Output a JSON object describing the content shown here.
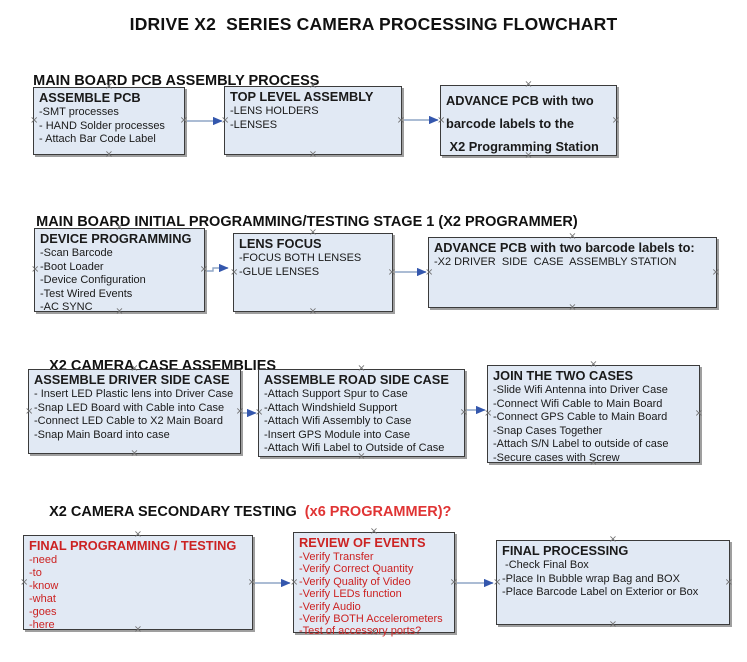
{
  "title": "IDRIVE X2  SERIES CAMERA PROCESSING FLOWCHART",
  "colors": {
    "box_fill": "#e1e9f4",
    "box_border": "#3b3b3b",
    "box_shadow": "#9f9f9f",
    "text": "#1a1a1a",
    "red": "#cc2222",
    "heading_red": "#e03434",
    "arrow_line": "#8fa5c6",
    "arrow_head": "#3457ad",
    "handle": "#6e6e6e"
  },
  "sections": [
    {
      "heading": "MAIN BOARD PCB ASSEMBLY PROCESS",
      "boxes": [
        {
          "title": "ASSEMBLE PCB",
          "lines": [
            "-SMT processes",
            "- HAND Solder processes",
            "- Attach Bar Code Label"
          ]
        },
        {
          "title": "TOP LEVEL ASSEMBLY",
          "lines": [
            "-LENS HOLDERS",
            "-LENSES"
          ]
        },
        {
          "title_lines": [
            "ADVANCE PCB with two",
            "barcode labels to the",
            " X2 Programming Station"
          ]
        }
      ]
    },
    {
      "heading": "MAIN BOARD INITIAL PROGRAMMING/TESTING STAGE 1 (X2 PROGRAMMER)",
      "boxes": [
        {
          "title": "DEVICE PROGRAMMING",
          "lines": [
            "-Scan Barcode",
            "-Boot Loader",
            "-Device Configuration",
            "-Test Wired Events",
            "-AC SYNC"
          ]
        },
        {
          "title": "LENS FOCUS",
          "lines": [
            "-FOCUS BOTH LENSES",
            "-GLUE LENSES"
          ]
        },
        {
          "title": "ADVANCE PCB with two barcode labels to:",
          "lines": [
            "-X2 DRIVER  SIDE  CASE  ASSEMBLY STATION"
          ]
        }
      ]
    },
    {
      "heading": "X2 CAMERA CASE ASSEMBLIES",
      "boxes": [
        {
          "title": "ASSEMBLE DRIVER SIDE CASE",
          "lines": [
            "- Insert LED Plastic lens into Driver Case",
            "-Snap LED Board with Cable into Case",
            "-Connect LED Cable to X2 Main Board",
            "-Snap Main Board into case"
          ]
        },
        {
          "title": "ASSEMBLE ROAD SIDE CASE",
          "lines": [
            "-Attach Support Spur to Case",
            "-Attach Windshield Support",
            "-Attach Wifi Assembly to Case",
            "-Insert GPS Module into Case",
            "-Attach Wifi Label to Outside of Case"
          ]
        },
        {
          "title": "JOIN THE TWO CASES",
          "lines": [
            "-Slide Wifi Antenna into Driver Case",
            "-Connect Wifi Cable to Main Board",
            "-Connect GPS Cable to Main Board",
            "-Snap Cases Together",
            "-Attach S/N Label to outside of case",
            "-Secure cases with Screw"
          ]
        }
      ]
    },
    {
      "heading": "X2 CAMERA SECONDARY TESTING  ",
      "heading_red": "(x6 PROGRAMMER)?",
      "boxes": [
        {
          "title": "FINAL PROGRAMMING / TESTING",
          "lines": [
            "-need",
            "-to",
            "-know",
            "-what",
            "-goes",
            "-here"
          ],
          "accent": "red"
        },
        {
          "title": "REVIEW OF EVENTS",
          "lines": [
            "-Verify Transfer",
            "-Verify Correct Quantity",
            "-Verify Quality of Video",
            "-Verify LEDs function",
            "-Verify Audio",
            "-Verify BOTH Accelerometers",
            "-Test of accessory ports?"
          ],
          "accent": "red"
        },
        {
          "title": "FINAL PROCESSING",
          "lines": [
            " -Check Final Box",
            "-Place In Bubble wrap Bag and BOX",
            "-Place Barcode Label on Exterior or Box"
          ]
        }
      ]
    }
  ]
}
